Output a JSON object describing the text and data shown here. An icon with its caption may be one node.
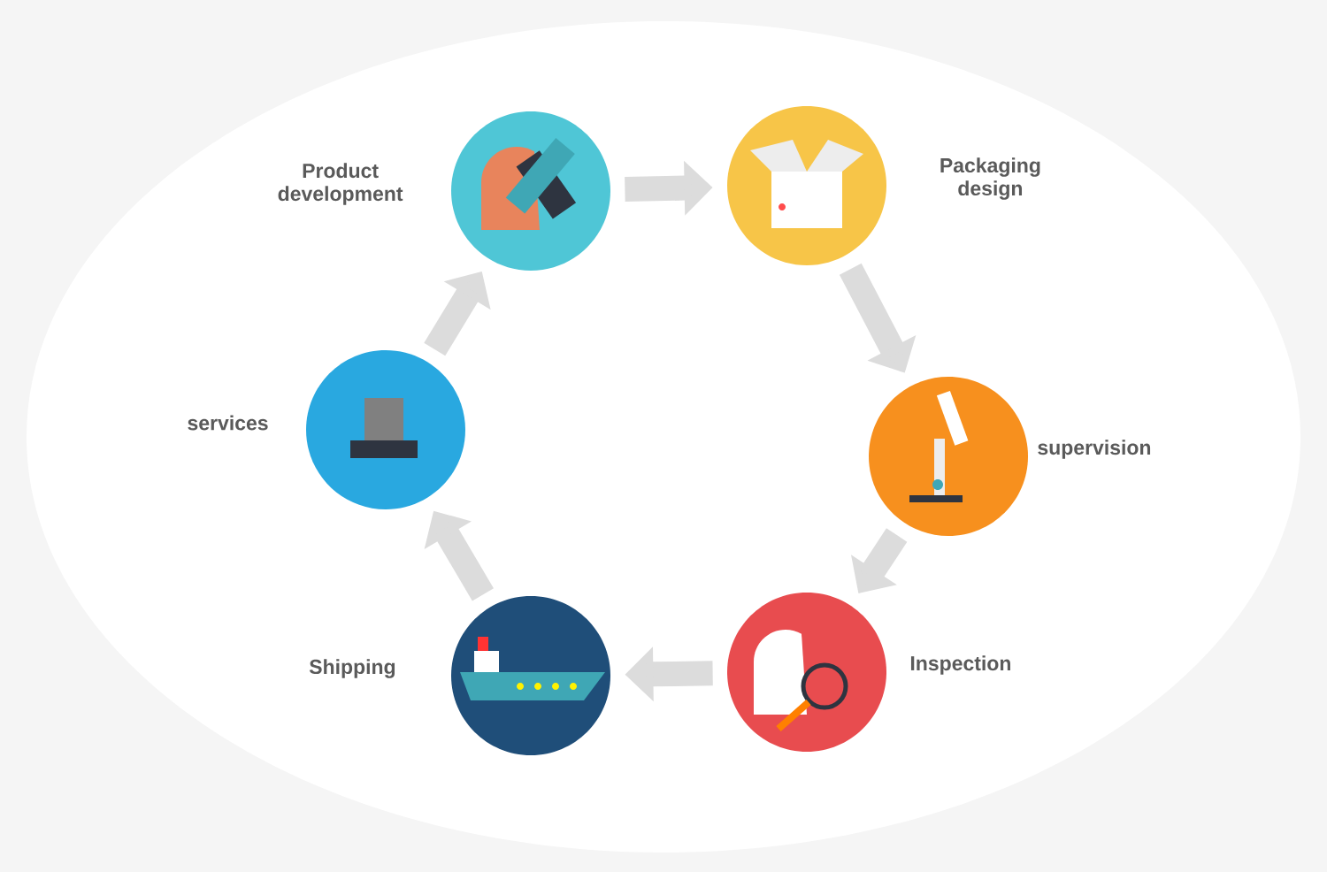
{
  "diagram": {
    "nodes": [
      {
        "text": [
          "Product development"
        ]
      },
      {
        "text": [
          "Packaging design"
        ]
      },
      {
        "text": [
          "supervision"
        ]
      },
      {
        "text": [
          "Inspection"
        ]
      },
      {
        "text": [
          "Shipping"
        ]
      },
      {
        "text": [
          "services"
        ]
      }
    ],
    "edges": [
      {
        "from": 0,
        "to": 1,
        "arrow": "to"
      },
      {
        "from": 1,
        "to": 2,
        "arrow": "to"
      },
      {
        "from": 2,
        "to": 3,
        "arrow": "to"
      },
      {
        "from": 3,
        "to": 4,
        "arrow": "to"
      },
      {
        "from": 4,
        "to": 5,
        "arrow": "to"
      },
      {
        "from": 5,
        "to": 0,
        "arrow": "to"
      }
    ]
  }
}
